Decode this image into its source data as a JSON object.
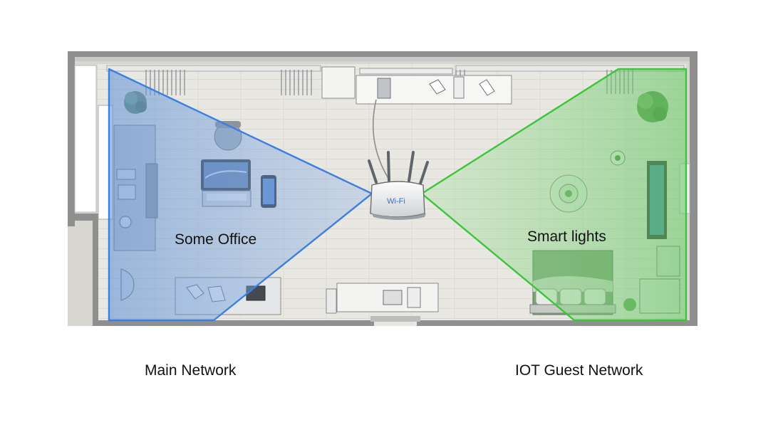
{
  "router": {
    "label": "Wi-Fi",
    "icon": "wifi-router-icon"
  },
  "zones": {
    "main": {
      "label": "Some Office",
      "color": "#3b7fe0"
    },
    "iot": {
      "label": "Smart lights",
      "color": "#3cc43a"
    }
  },
  "captions": {
    "main": "Main Network",
    "iot": "IOT Guest Network"
  }
}
